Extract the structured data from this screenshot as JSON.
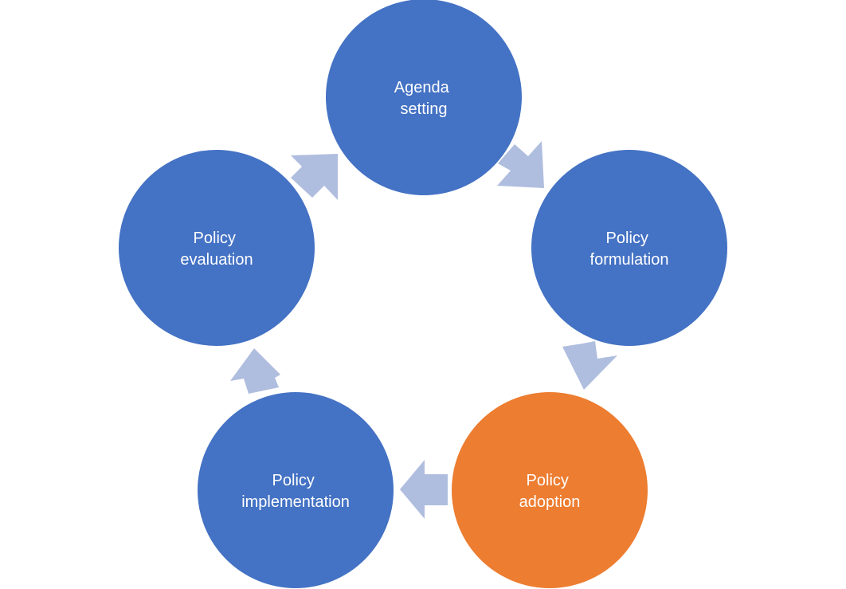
{
  "colors": {
    "stage_default": "#4472C4",
    "stage_highlight": "#ED7D31",
    "arrow": "#AFBDDF",
    "label": "#FFFFFF"
  },
  "stages": [
    {
      "line1": "Agenda",
      "line2": "setting",
      "highlighted": false
    },
    {
      "line1": "Policy",
      "line2": "formulation",
      "highlighted": false
    },
    {
      "line1": "Policy",
      "line2": "adoption",
      "highlighted": true
    },
    {
      "line1": "Policy",
      "line2": "implementation",
      "highlighted": false
    },
    {
      "line1": "Policy",
      "line2": "evaluation",
      "highlighted": false
    }
  ]
}
